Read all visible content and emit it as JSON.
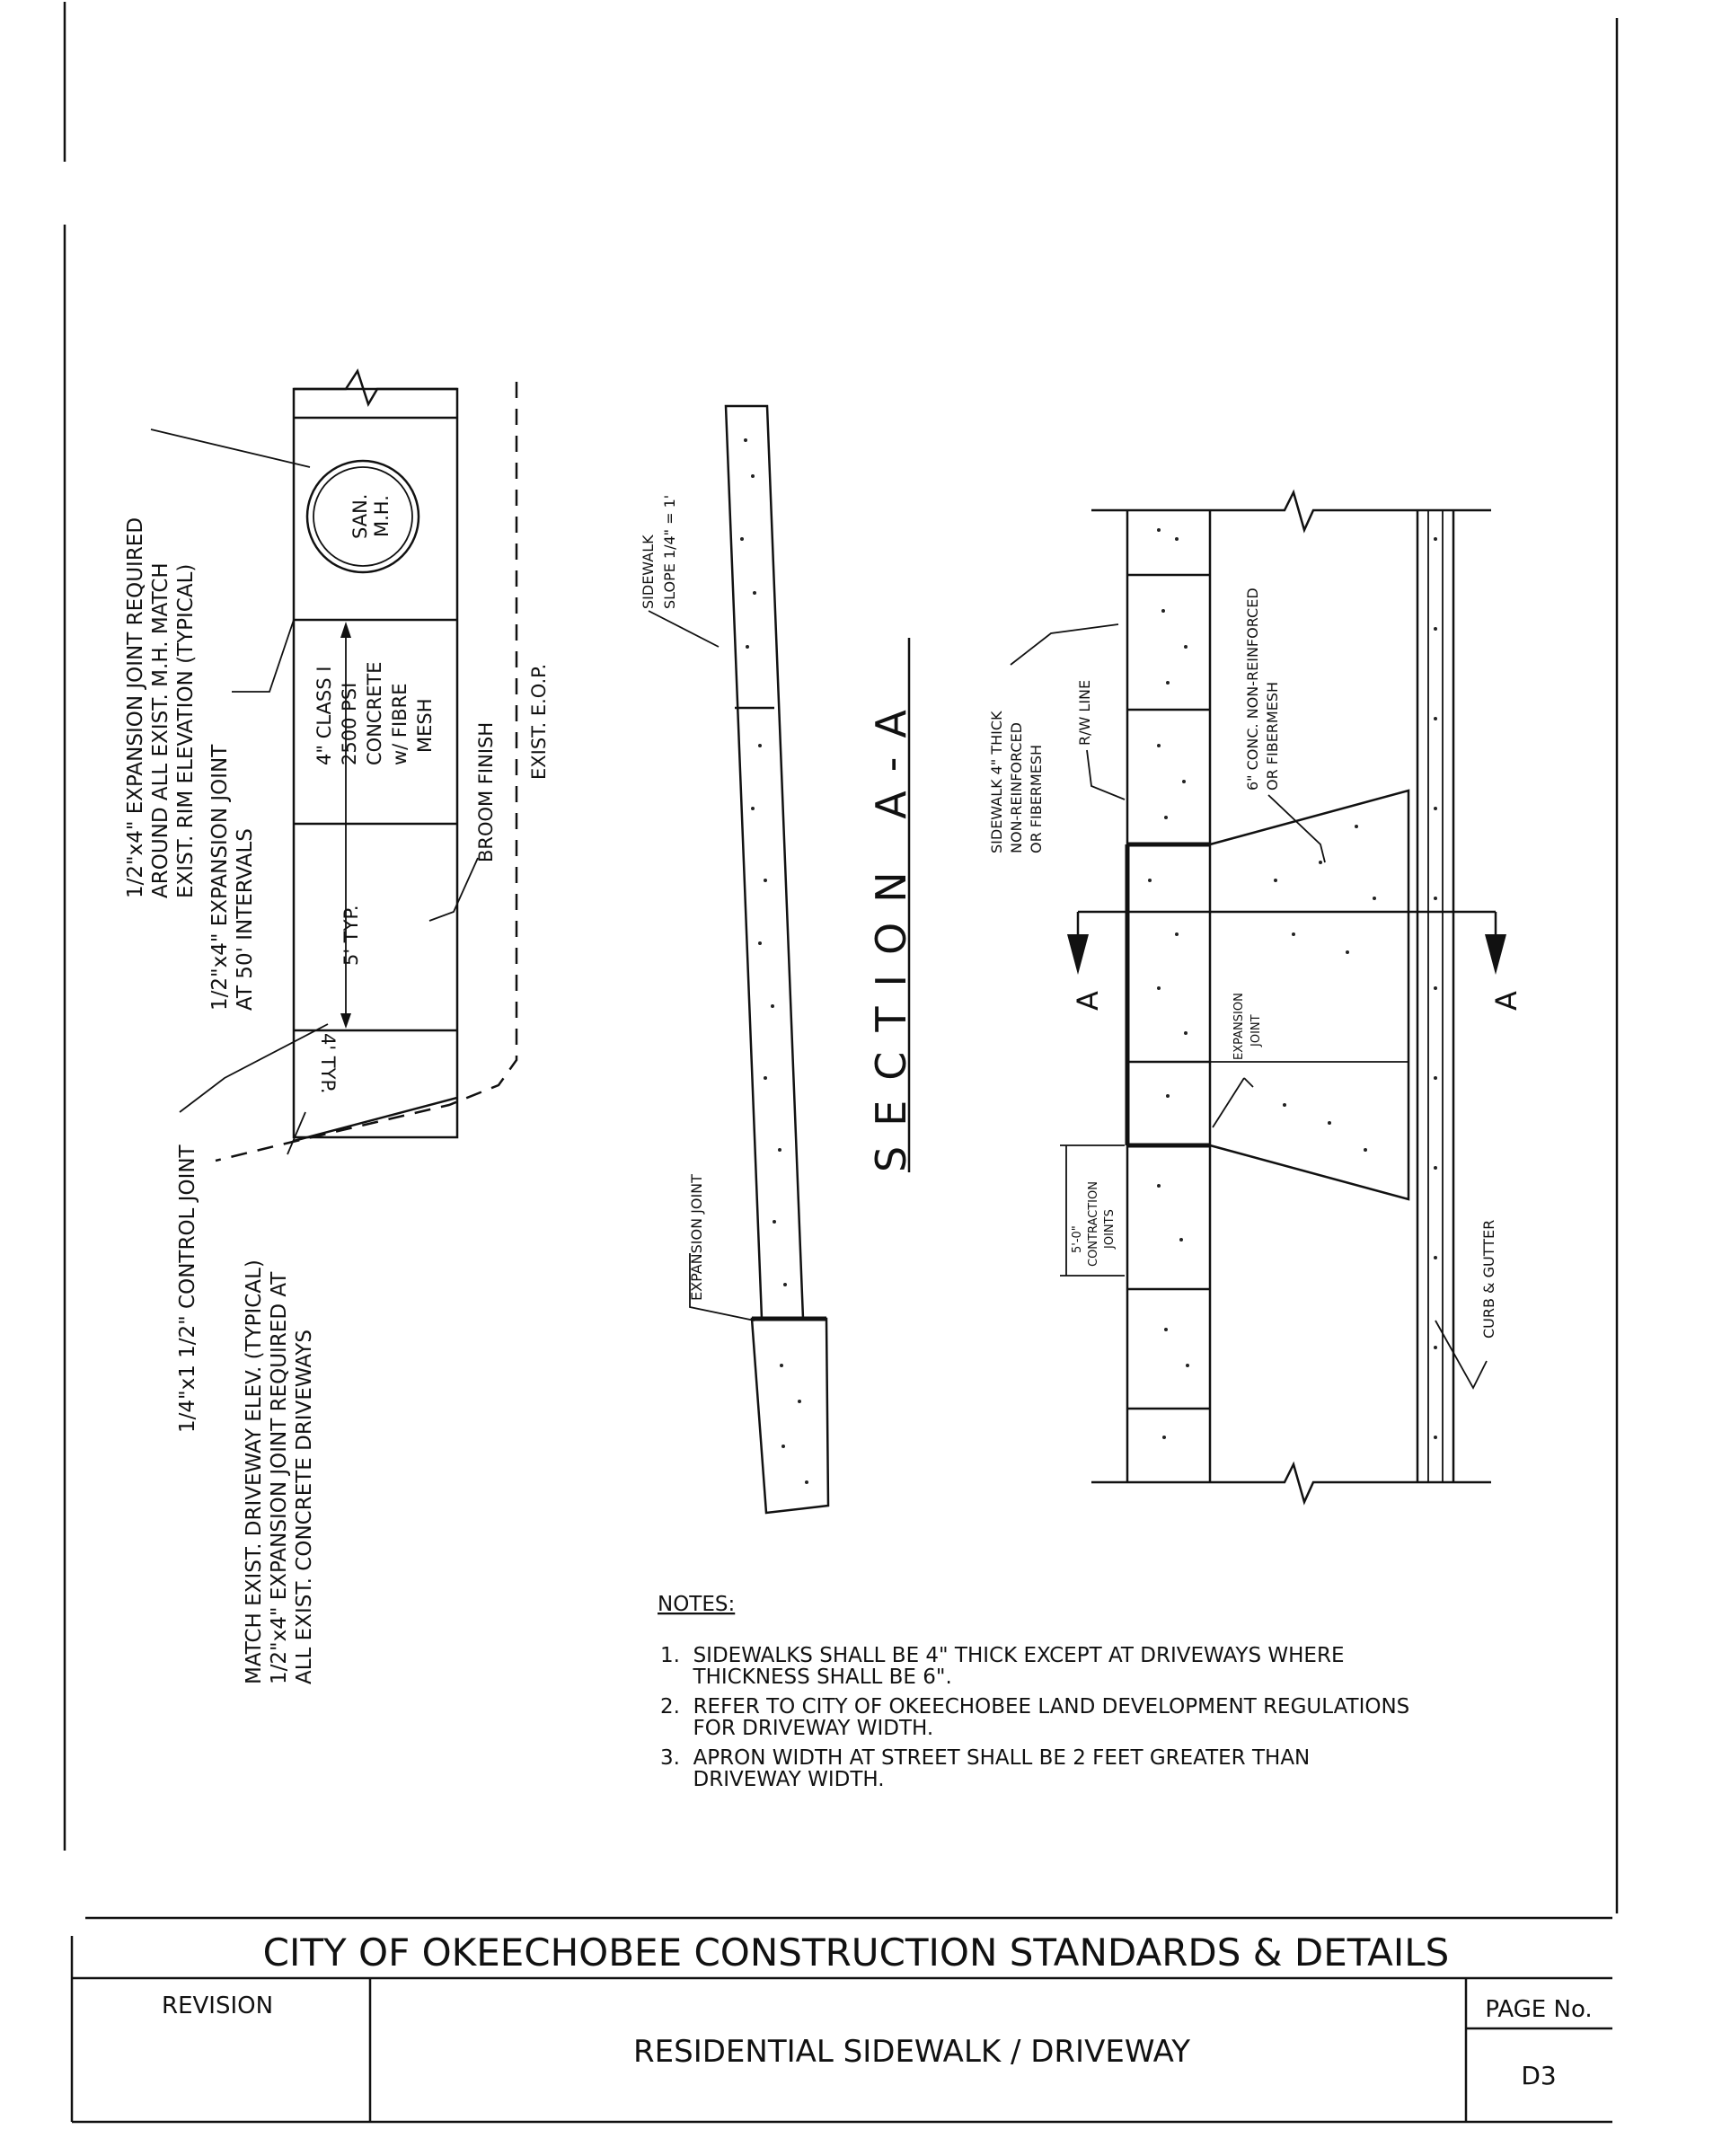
{
  "plan_view": {
    "manhole_label_1": "SAN.",
    "manhole_label_2": "M.H.",
    "concrete_spec_lines": [
      "4\" CLASS I",
      "2500 PSI",
      "CONCRETE",
      "w/ FIBRE",
      "MESH"
    ],
    "expansion_joint_required": [
      "1/2\"x4\" EXPANSION JOINT REQUIRED",
      "AROUND ALL EXIST. M.H. MATCH",
      "EXIST. RIM ELEVATION (TYPICAL)"
    ],
    "expansion_joint_intervals": [
      "1/2\"x4\" EXPANSION JOINT",
      "AT 50' INTERVALS"
    ],
    "five_ft_typ": "5' TYP.",
    "four_ft_typ": "4' TYP.",
    "broom_finish": "BROOM FINISH",
    "exist_eop": "EXIST. E.O.P.",
    "control_joint": "1/4\"x1 1/2\" CONTROL JOINT",
    "driveway_notes": [
      "MATCH EXIST. DRIVEWAY ELEV. (TYPICAL)",
      "1/2\"x4\" EXPANSION JOINT REQUIRED AT",
      "ALL EXIST. CONCRETE DRIVEWAYS"
    ]
  },
  "section_view": {
    "sidewalk_slope": [
      "SIDEWALK",
      "SLOPE 1/4\" = 1'"
    ],
    "expansion_joint": "EXPANSION JOINT",
    "section_title": "SECTION A-A"
  },
  "driveway_plan": {
    "sidewalk_thick": [
      "SIDEWALK 4\" THICK",
      "NON-REINFORCED",
      "OR FIBERMESH"
    ],
    "rw_line": "R/W LINE",
    "conc_6": [
      "6\" CONC. NON-REINFORCED",
      "OR FIBERMESH"
    ],
    "expansion_joint": [
      "EXPANSION",
      "JOINT"
    ],
    "contraction_joints": [
      "5'-0\"",
      "CONTRACTION",
      "JOINTS"
    ],
    "curb_gutter": "CURB & GUTTER",
    "section_marker_left": "A",
    "section_marker_right": "A"
  },
  "notes": {
    "heading": "NOTES:",
    "items": [
      "1.  SIDEWALKS SHALL BE 4\" THICK EXCEPT AT DRIVEWAYS WHERE",
      "     THICKNESS SHALL BE 6\".",
      "2.  REFER TO CITY OF OKEECHOBEE LAND DEVELOPMENT REGULATIONS",
      "     FOR DRIVEWAY WIDTH.",
      "3.  APRON WIDTH AT STREET SHALL BE 2 FEET GREATER THAN",
      "     DRIVEWAY WIDTH."
    ]
  },
  "title_block": {
    "agency": "CITY OF OKEECHOBEE CONSTRUCTION STANDARDS & DETAILS",
    "revision": "REVISION",
    "drawing_title": "RESIDENTIAL SIDEWALK / DRIVEWAY",
    "page_label": "PAGE No.",
    "page_number": "D3"
  }
}
